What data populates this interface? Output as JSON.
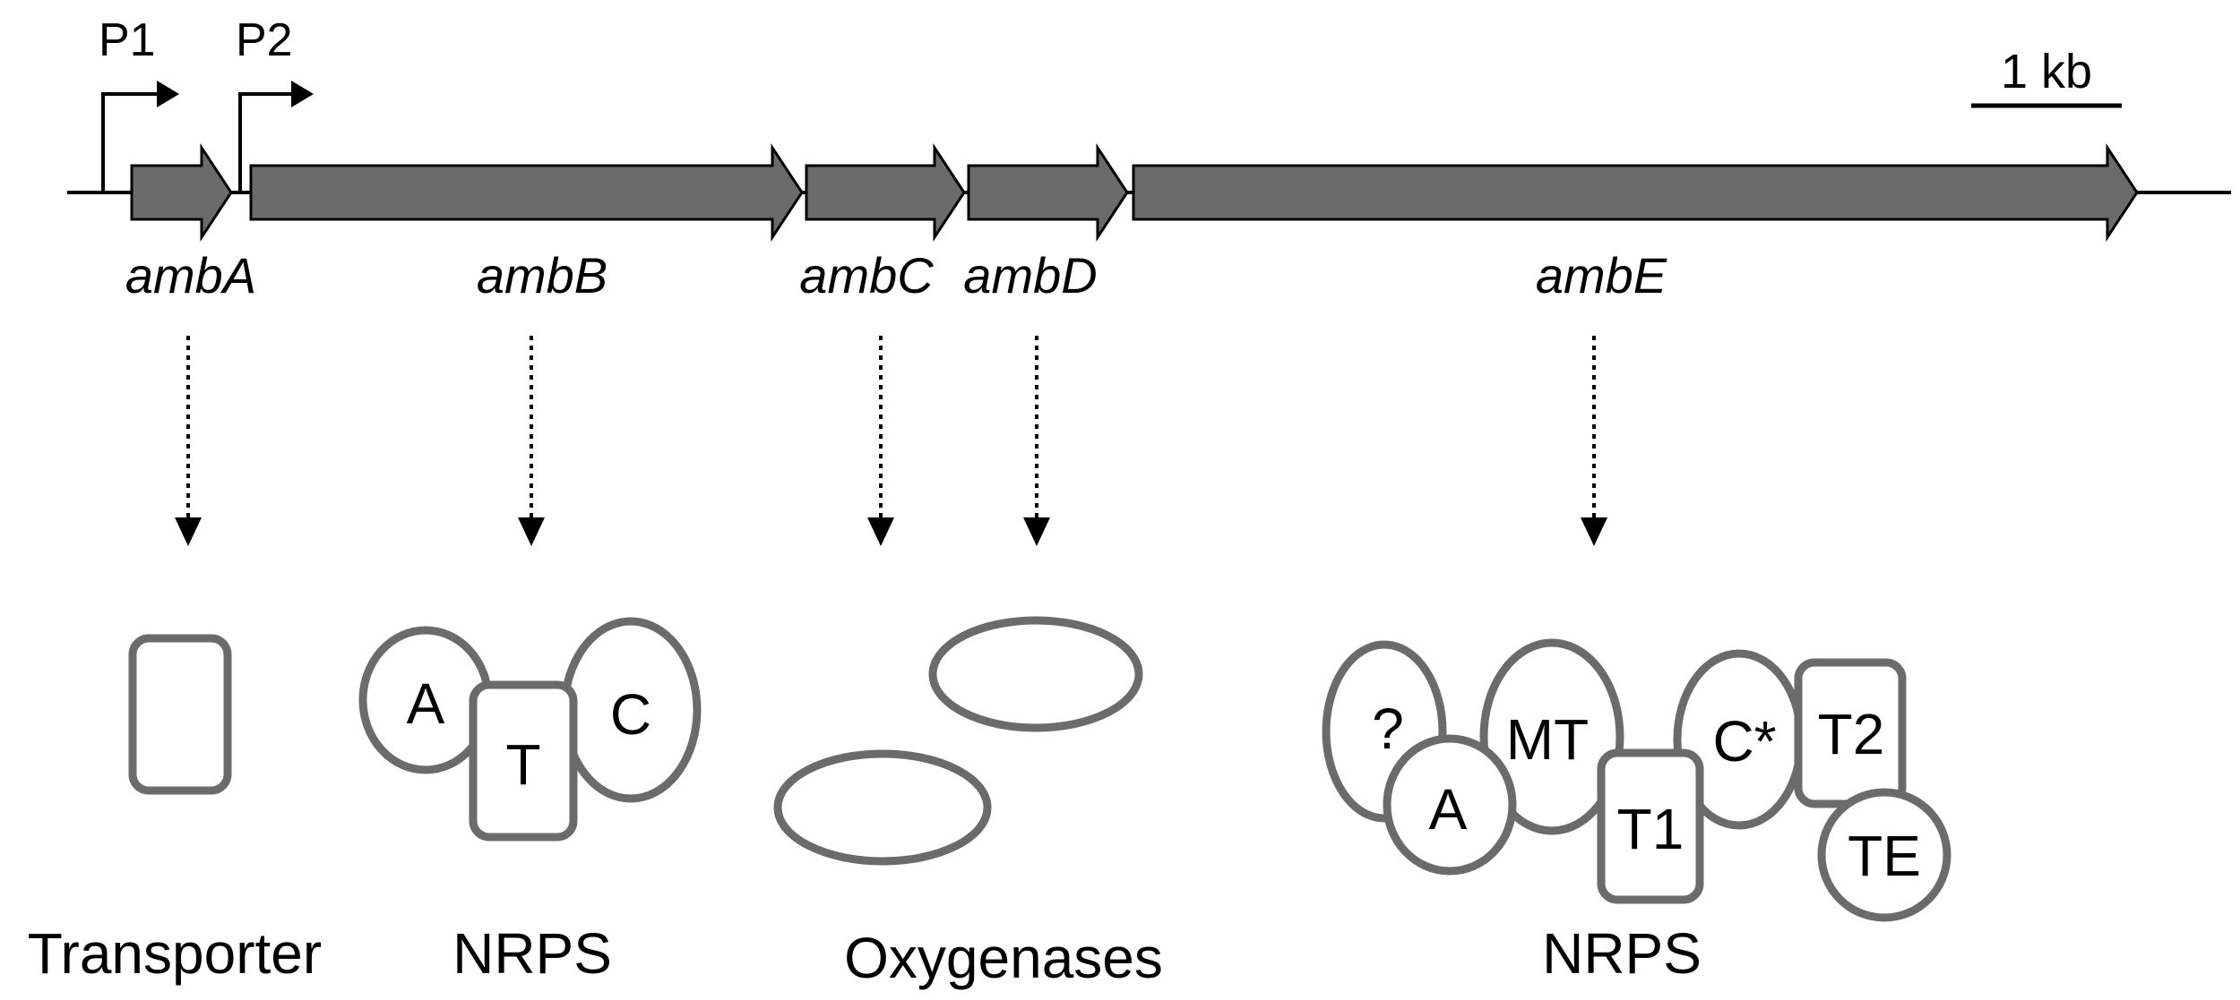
{
  "promoters": [
    "P1",
    "P2"
  ],
  "scale_bar": "1 kb",
  "genes": [
    "ambA",
    "ambB",
    "ambC",
    "ambD",
    "ambE"
  ],
  "categories": {
    "transporter": "Transporter",
    "nrps_b": "NRPS",
    "oxygenases": "Oxygenases",
    "nrps_e": "NRPS"
  },
  "ambB_domains": [
    "A",
    "T",
    "C"
  ],
  "ambE_domains": [
    "?",
    "A",
    "MT",
    "T1",
    "C*",
    "T2",
    "TE"
  ],
  "colors": {
    "gene_fill": "#6b6b6b",
    "domain_outline": "#6b6b6b"
  }
}
